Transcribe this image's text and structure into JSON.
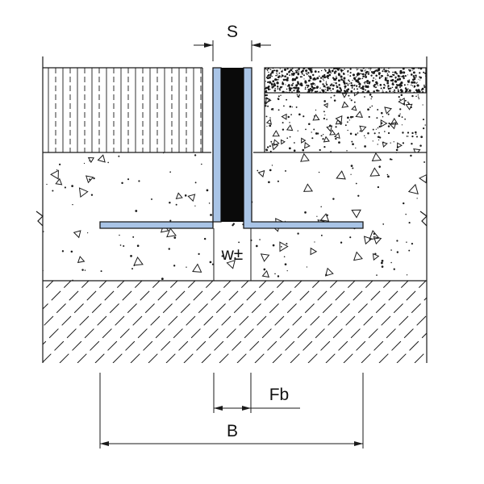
{
  "labels": {
    "s": "S",
    "w": "w±",
    "fb": "Fb",
    "b": "B"
  },
  "colors": {
    "profile": "#a9c4e6",
    "profile_stroke": "#1a1a1a",
    "insert": "#0a0a0a",
    "line": "#1a1a1a",
    "background": "#ffffff"
  }
}
